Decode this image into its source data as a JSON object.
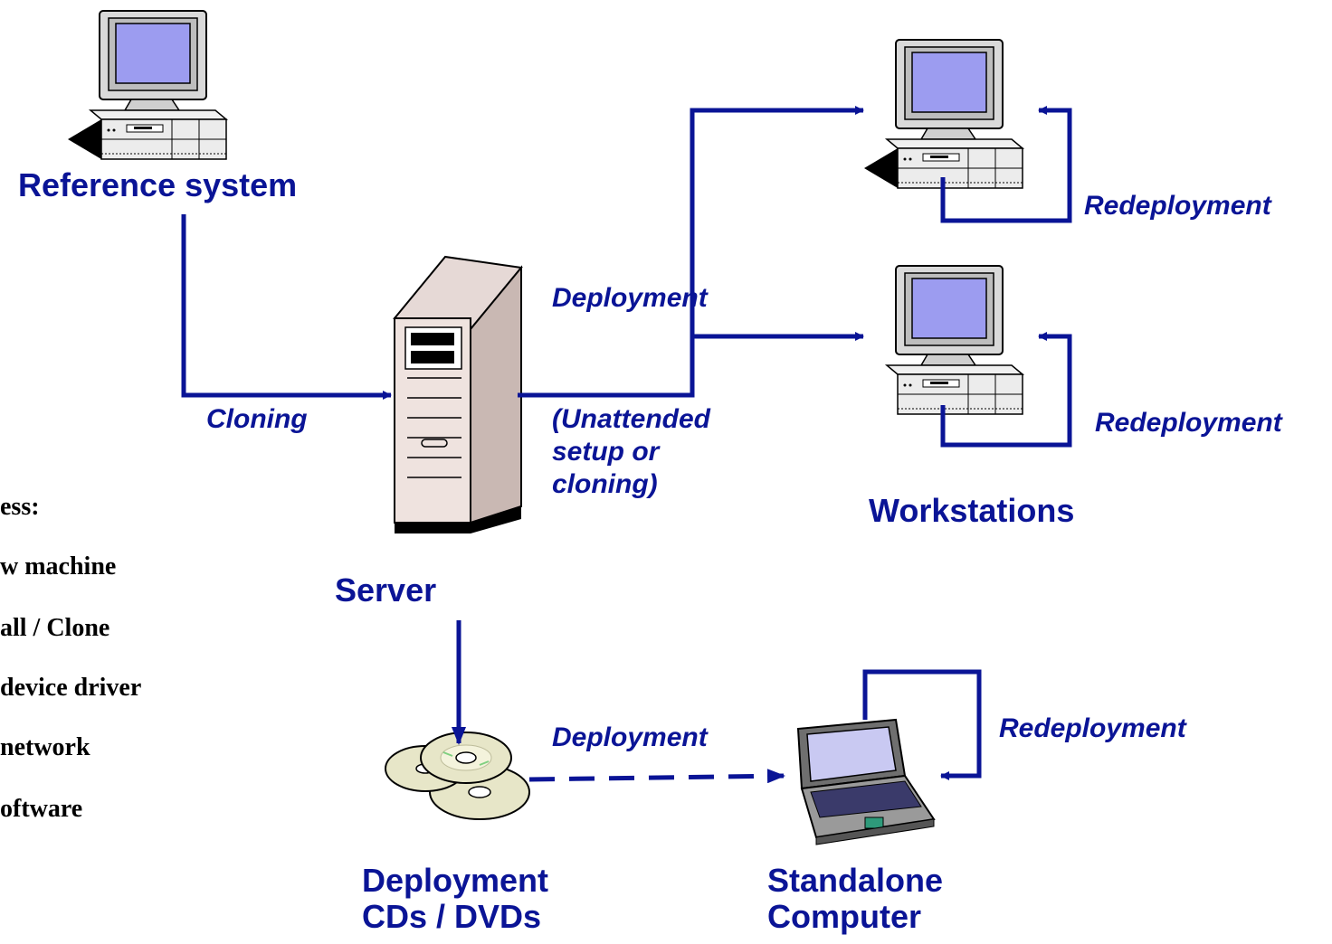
{
  "colors": {
    "arrow": "#0a1496",
    "label": "#0a1496",
    "side_text": "#000000",
    "monitor_screen": "#9c9cf0"
  },
  "nodes": {
    "reference_system": "Reference system",
    "server": "Server",
    "workstations": "Workstations",
    "deployment_media": [
      "Deployment",
      "CDs / DVDs"
    ],
    "standalone_computer": [
      "Standalone",
      "Computer"
    ]
  },
  "edges": {
    "cloning": "Cloning",
    "deployment_network": "Deployment",
    "deployment_note": [
      "(Unattended",
      "setup or",
      "cloning)"
    ],
    "deployment_media": "Deployment",
    "redeployment_ws1": "Redeployment",
    "redeployment_ws2": "Redeployment",
    "redeployment_laptop": "Redeployment"
  },
  "side_list": [
    "ess:",
    "w machine",
    "all / Clone",
    "device driver",
    "network",
    "oftware"
  ],
  "icons": [
    "reference-computer-icon",
    "server-tower-icon",
    "workstation-icon",
    "workstation-icon",
    "cd-dvd-icon",
    "laptop-icon"
  ]
}
